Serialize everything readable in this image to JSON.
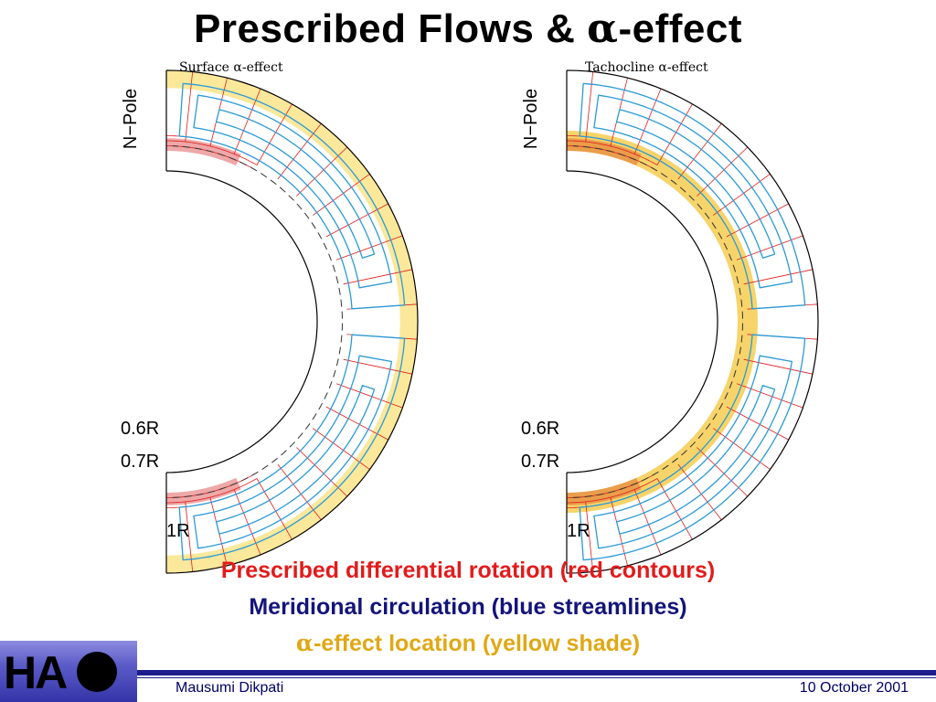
{
  "slide": {
    "title_prefix": "Prescribed Flows & ",
    "title_alpha": "α",
    "title_suffix": "-effect"
  },
  "panels": [
    {
      "title": "Surface α-effect",
      "ylabel": "N−Pole",
      "radius_labels": {
        "r06": "0.6R",
        "r07": "0.7R",
        "r1": "1R"
      },
      "alpha_region": "surface",
      "colors": {
        "alpha_shade": "#fbe89a",
        "tachocline": "#e06060"
      }
    },
    {
      "title": "Tachocline α-effect",
      "ylabel": "N−Pole",
      "radius_labels": {
        "r06": "0.6R",
        "r07": "0.7R",
        "r1": "1R"
      },
      "alpha_region": "tachocline",
      "colors": {
        "alpha_shade": "#f7d46a",
        "tachocline": "#e07030"
      }
    }
  ],
  "captions": {
    "line1": "Prescribed differential rotation (red contours)",
    "line2": "Meridional circulation (blue streamlines)",
    "line3_alpha": "α",
    "line3_rest": "-effect location (yellow shade)"
  },
  "colors": {
    "rotation_contours": "#e31b1b",
    "streamlines": "#2a9ad6",
    "alpha_shade": "#fbe89a",
    "caption_red": "#e31b1b",
    "caption_blue": "#13147a",
    "caption_yellow": "#e0a815",
    "footer_bar": "#1c1c8c"
  },
  "footer": {
    "logo_text": "HA",
    "author": "Mausumi Dikpati",
    "date": "10 October 2001"
  }
}
